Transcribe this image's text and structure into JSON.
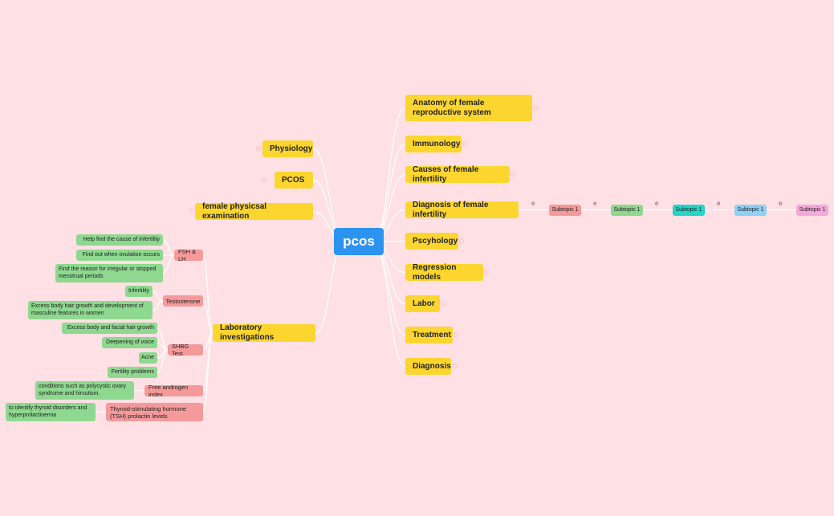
{
  "root": {
    "label": "pcos"
  },
  "colors": {
    "background": "#ffe0e4",
    "root": "#2d93f0",
    "main": "#fcd62f",
    "sub": "#f59a9a",
    "leaf": "#8ed88f",
    "line": "#ffffff"
  },
  "right_branches": [
    {
      "label": "Anatomy of female reproductive system"
    },
    {
      "label": "Immunology"
    },
    {
      "label": "Causes of female infertility"
    },
    {
      "label": "Diagnosis of female infertility"
    },
    {
      "label": "Pscyhology"
    },
    {
      "label": "Regression models"
    },
    {
      "label": "Labor"
    },
    {
      "label": "Treatment"
    },
    {
      "label": "Diagnosis"
    }
  ],
  "left_branches": [
    {
      "label": "Physiology"
    },
    {
      "label": "PCOS"
    },
    {
      "label": "female physicsal examination"
    },
    {
      "label": "Laboratory investigations"
    }
  ],
  "lab_tests": [
    {
      "label": "FSH & LH",
      "details": [
        "Help find the cause of infertility",
        "Find out when ovulation occurs",
        "Find the reason for irregular or stopped menstrual periods"
      ]
    },
    {
      "label": "Testosterone",
      "details": [
        "Infertility",
        "Excess body hair growth and development of masculine features in women"
      ]
    },
    {
      "label": "SHBG Test.",
      "details": [
        "Excess body and facial hair growth",
        "Deepening of voice",
        "Acne",
        "Fertility problems"
      ]
    },
    {
      "label": "Free androgen index",
      "details": [
        "conditions such as polycystic ovary syndrome and hirsutism."
      ]
    },
    {
      "label": "Thyroid-stimulating hormone (TSH) prolactin levels",
      "details": [
        "to identify thyroid disorders and hyperprolactinemia"
      ]
    }
  ],
  "subtopic_chain": {
    "connector": "e",
    "items": [
      {
        "label": "Subtopic 1",
        "color": "#f59a9a"
      },
      {
        "label": "Subtopic 1",
        "color": "#8ed88f"
      },
      {
        "label": "Subtopic 1",
        "color": "#22d6c8"
      },
      {
        "label": "Subtopic 1",
        "color": "#8fd0f5"
      },
      {
        "label": "Subtopic 1",
        "color": "#f5a8dc"
      }
    ]
  }
}
